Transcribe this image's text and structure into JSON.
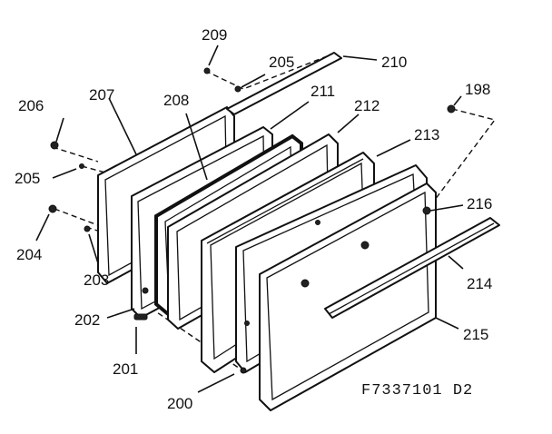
{
  "diagram": {
    "drawing_code": "F7337101 D2",
    "callouts": {
      "c198": "198",
      "c200": "200",
      "c201": "201",
      "c202": "202",
      "c203": "203",
      "c204": "204",
      "c205a": "205",
      "c205b": "205",
      "c206": "206",
      "c207": "207",
      "c208": "208",
      "c209": "209",
      "c210": "210",
      "c211": "211",
      "c212": "212",
      "c213": "213",
      "c214": "214",
      "c215": "215",
      "c216": "216"
    }
  }
}
